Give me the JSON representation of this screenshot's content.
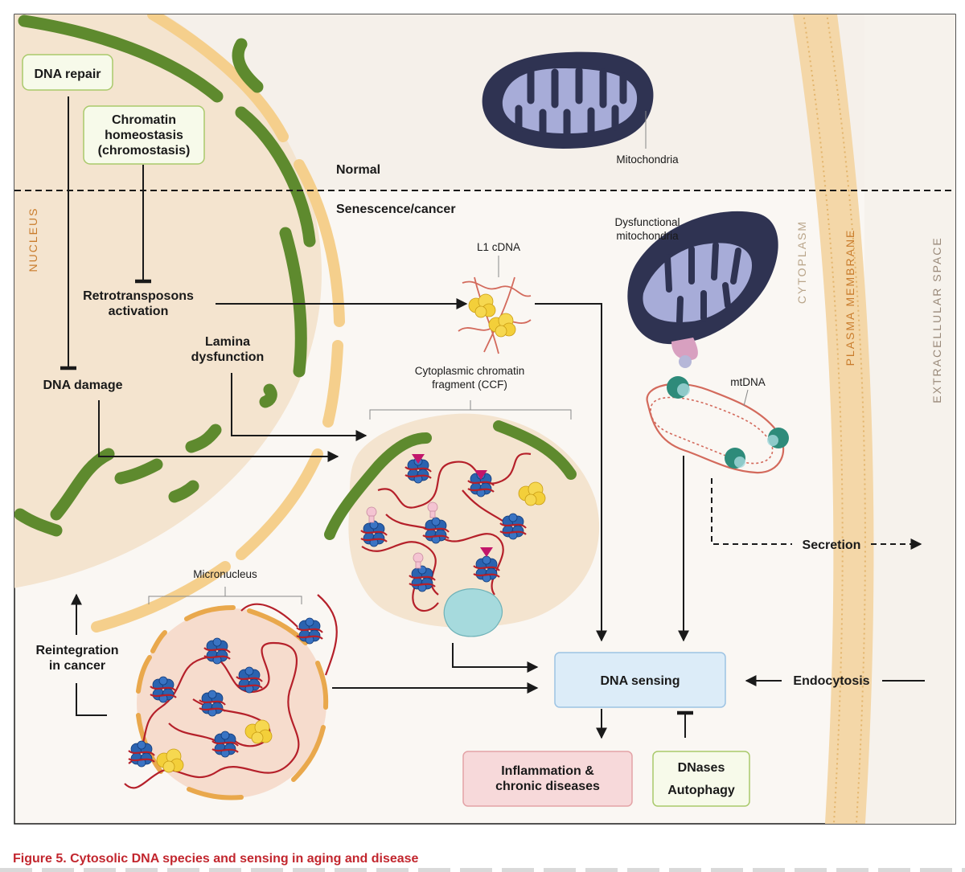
{
  "sections": {
    "normal": "Normal",
    "senescence": "Senescence/cancer"
  },
  "regions": {
    "nucleus": "NUCLEUS",
    "cytoplasm": "CYTOPLASM",
    "plasma_membrane": "PLASMA MEMBRANE",
    "extracellular": "EXTRACELLULAR SPACE"
  },
  "boxes": {
    "dna_repair": "DNA repair",
    "chromatin": [
      "Chromatin",
      "homeostasis",
      "(chromostasis)"
    ],
    "dna_sensing": "DNA sensing",
    "inflammation": [
      "Inflammation &",
      "chronic diseases"
    ],
    "dnases": [
      "DNases",
      "Autophagy"
    ]
  },
  "labels": {
    "retrotransposons": [
      "Retrotransposons",
      "activation"
    ],
    "lamina": [
      "Lamina",
      "dysfunction"
    ],
    "dna_damage": "DNA damage",
    "reintegration": [
      "Reintegration",
      "in cancer"
    ],
    "secretion": "Secretion",
    "endocytosis": "Endocytosis",
    "mitochondria": "Mitochondria",
    "dysfunctional_mito": [
      "Dysfunctional",
      "mitochondria"
    ],
    "mtdna": "mtDNA",
    "l1_cdna": "L1 cDNA",
    "ccf": [
      "Cytoplasmic chromatin",
      "fragment (CCF)"
    ],
    "micronucleus": "Micronucleus"
  },
  "caption": "Figure 5.  Cytosolic DNA species and sensing in aging and disease",
  "colors": {
    "nucleus_fill": "#f4e4cf",
    "cytoplasm_fill": "#faf7f3",
    "membrane": "#f4d7a8",
    "lamina_green": "#5e8a2e",
    "nuclear_envelope": "#f5cf8c",
    "mito_dark": "#2f3352",
    "mito_cristae": "#a7acd8",
    "dna_red": "#b5202a",
    "nucleosome_blue": "#2b63b0",
    "protein_yellow": "#f3cf3a",
    "box_green": "#f7faea",
    "box_blue": "#dcecf8",
    "box_red": "#f7d9da",
    "caption_red": "#c2262e"
  }
}
